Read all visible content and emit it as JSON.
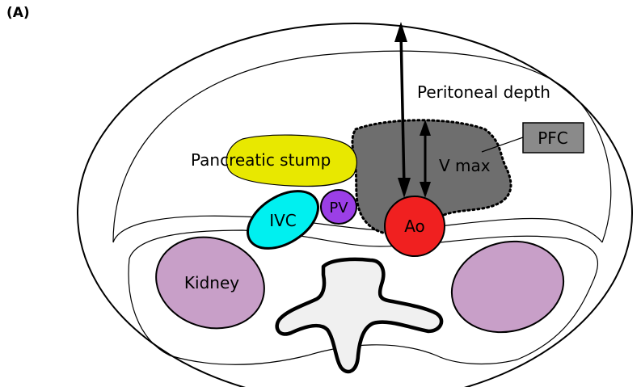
{
  "panel_label": "(A)",
  "labels": {
    "peritoneal_depth": "Peritoneal depth",
    "pancreatic_stump": "Pancreatic stump",
    "v_max": "V max",
    "pfc": "PFC",
    "pv": "PV",
    "ivc": "IVC",
    "ao": "Ao",
    "kidney": "Kidney"
  },
  "colors": {
    "pancreatic_stump": "#e8e800",
    "pfc": "#6e6e6e",
    "pfc_box": "#8a8a8a",
    "ivc": "#00f0f0",
    "pv": "#9b3fe6",
    "ao": "#f02020",
    "kidney": "#c89fc8",
    "spine": "#f0f0f0"
  }
}
